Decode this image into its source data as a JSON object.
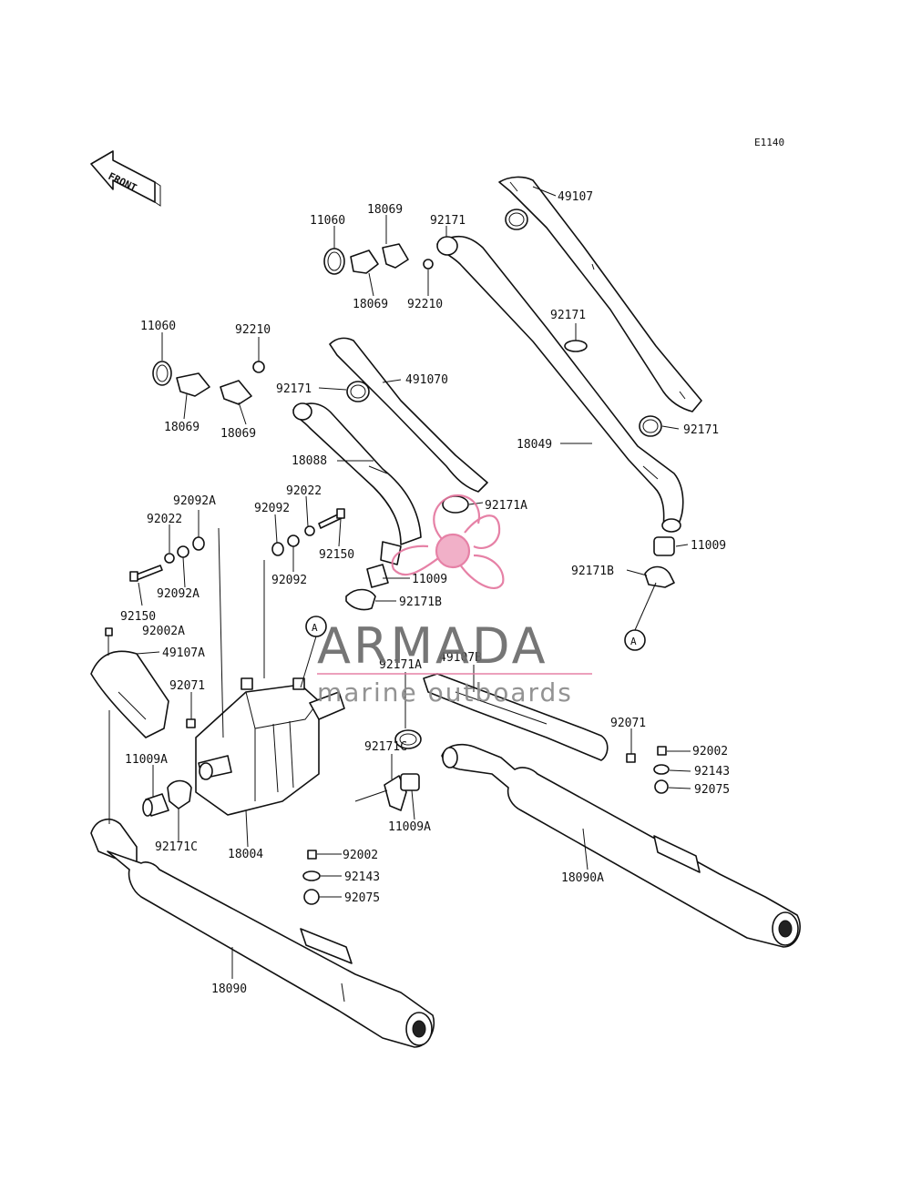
{
  "diagram_code": "E1140",
  "front_label": "FRONT",
  "callout_a": "A",
  "watermark": {
    "brand": "ARMADA",
    "tagline": "marine outboards",
    "brand_color": "#6b6b6b",
    "accent_color": "#e4779f"
  },
  "labels": [
    "49107",
    "11060",
    "18069",
    "92171",
    "18069",
    "92210",
    "92171",
    "11060",
    "92210",
    "491070",
    "92171",
    "18069",
    "18069",
    "92171",
    "18049",
    "18088",
    "92022",
    "92092A",
    "92092",
    "92022",
    "92171A",
    "92150",
    "11009",
    "92092",
    "92092A",
    "92171B",
    "11009",
    "92171B",
    "92150",
    "92002A",
    "49107A",
    "92171A",
    "49107B",
    "92071",
    "92071",
    "92171C",
    "92002",
    "92143",
    "11009A",
    "92075",
    "92171C",
    "18004",
    "11009A",
    "92002",
    "92143",
    "18090A",
    "92075",
    "18090"
  ]
}
